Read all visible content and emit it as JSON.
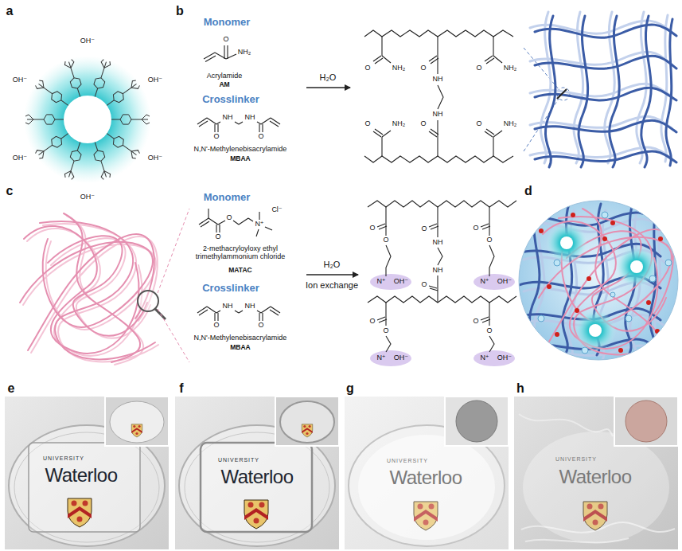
{
  "diagram": {
    "labels": [
      "a",
      "b",
      "c",
      "d",
      "e",
      "f",
      "g",
      "h",
      "OH⁻",
      "OH⁻",
      "OH⁻",
      "OH⁻",
      "OH⁻",
      "OH⁻",
      "Monomer",
      "Acrylamide",
      "AM",
      "O",
      "NH₂",
      "Crosslinker",
      "O",
      "NH",
      "NH",
      "O",
      "N,N'-Methylenebisacrylamide",
      "MBAA",
      "H₂O",
      "O",
      "NH₂",
      "O",
      "NH",
      "O",
      "NH₂",
      "NH",
      "O",
      "O",
      "NH₂",
      "O",
      "NH₂",
      "Monomer",
      "O",
      "O",
      "N⁺",
      "Cl⁻",
      "2-methacryloyloxy ethyl trimethylammonium chloride",
      "MATAC",
      "Crosslinker",
      "O",
      "NH",
      "NH",
      "O",
      "N,N'-Methylenebisacrylamide",
      "MBAA",
      "H₂O",
      "Ion exchange",
      "O",
      "O",
      "N⁺",
      "OH⁻",
      "O",
      "NH",
      "NH",
      "O",
      "O",
      "O",
      "N⁺",
      "OH⁻",
      "O",
      "O",
      "N⁺",
      "OH⁻",
      "O",
      "O",
      "N⁺",
      "OH⁻",
      "UNIVERSITY",
      "Waterloo",
      "UNIVERSITY",
      "Waterloo",
      "UNIVERSITY",
      "Waterloo",
      "UNIVERSITY",
      "Waterloo"
    ]
  }
}
